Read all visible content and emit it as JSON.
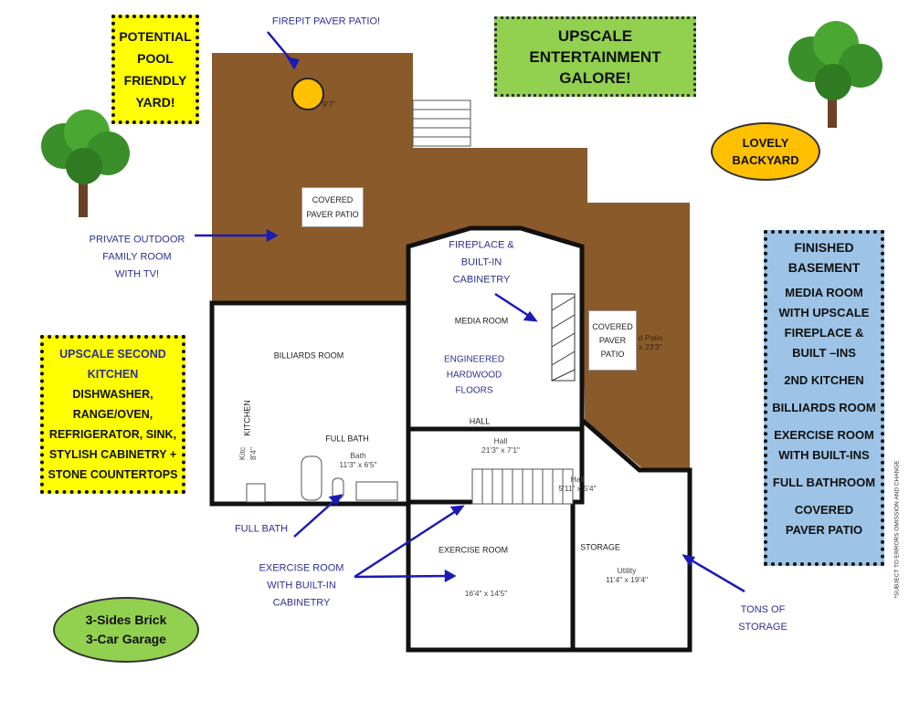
{
  "callouts": {
    "pool_yard": [
      "POTENTIAL",
      "POOL",
      "FRIENDLY",
      "YARD!"
    ],
    "entertainment": [
      "UPSCALE",
      "ENTERTAINMENT",
      "GALORE!"
    ],
    "backyard": [
      "LOVELY",
      "BACKYARD"
    ],
    "second_kitchen": [
      "UPSCALE SECOND",
      "KITCHEN",
      "DISHWASHER,",
      "RANGE/OVEN,",
      "REFRIGERATOR, SINK,",
      "STYLISH CABINETRY +",
      "STONE COUNTERTOPS"
    ],
    "garage": [
      "3-Sides Brick",
      "3-Car Garage"
    ],
    "basement": {
      "title": [
        "FINISHED",
        "BASEMENT"
      ],
      "items": [
        "MEDIA ROOM WITH UPSCALE FIREPLACE & BUILT –INS",
        "2ND KITCHEN",
        "BILLIARDS ROOM",
        "EXERCISE ROOM WITH BUILT-INS",
        "FULL BATHROOM",
        "COVERED PAVER PATIO"
      ]
    }
  },
  "annotations": {
    "firepit": "FIREPIT PAVER PATIO!",
    "outdoor_family": [
      "PRIVATE OUTDOOR",
      "FAMILY ROOM",
      "WITH TV!"
    ],
    "fireplace": [
      "FIREPLACE &",
      "BUILT-IN",
      "CABINETRY"
    ],
    "floors": [
      "ENGINEERED",
      "HARDWOOD",
      "FLOORS"
    ],
    "full_bath": "FULL BATH",
    "exercise": [
      "EXERCISE ROOM",
      "WITH BUILT-IN",
      "CABINETRY"
    ],
    "storage": [
      "TONS OF",
      "STORAGE"
    ],
    "disclaimer": "*SUBJECT TO ERRORS OMISSION AND CHANGE"
  },
  "plan": {
    "patio_box_1": [
      "COVERED",
      "PAVER PATIO"
    ],
    "patio_box_2": [
      "COVERED",
      "PAVER",
      "PATIO"
    ],
    "patio_dim_partial": [
      "d Patio",
      "x 23'3\""
    ],
    "firepit_dim_partial": "9'7\"",
    "media_room": "MEDIA ROOM",
    "billiards_room": "BILLIARDS ROOM",
    "kitchen": "KITCHEN",
    "kitc": "Kitc",
    "kitc_dim": "8'4\"",
    "full_bath": "FULL BATH",
    "bath": "Bath",
    "bath_dim": "11'3\" x 6'5\"",
    "hall_label": "HALL",
    "hall": "Hall",
    "hall_dim": "21'3\" x 7'1\"",
    "hall2": "Hall",
    "hall2_dim": "5'11\" x 5'4\"",
    "exercise_room": "EXERCISE ROOM",
    "exercise_dim": "16'4\" x 14'5\"",
    "storage": "STORAGE",
    "utility": "Utility",
    "utility_dim": "11'4\" x 19'4\""
  },
  "colors": {
    "patio": "#8b5a2b",
    "yellow": "#ffff00",
    "green": "#92d050",
    "orange": "#ffc000",
    "blue_box": "#9dc3e6",
    "label_blue": "#2e3192",
    "arrow": "#1a1ab8"
  }
}
